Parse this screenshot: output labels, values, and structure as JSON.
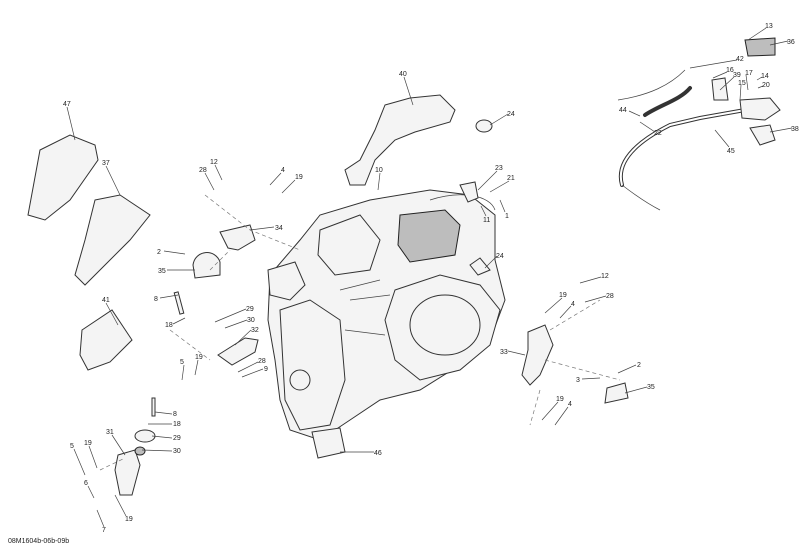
{
  "diagram_id": "08M1604b-06b-09b",
  "callouts": [
    "47",
    "37",
    "41",
    "12",
    "28",
    "4",
    "19",
    "34",
    "2",
    "35",
    "8",
    "18",
    "29",
    "30",
    "32",
    "5",
    "19",
    "28",
    "9",
    "8",
    "18",
    "29",
    "30",
    "31",
    "19",
    "5",
    "6",
    "19",
    "7",
    "46",
    "40",
    "24",
    "10",
    "23",
    "21",
    "11",
    "1",
    "24",
    "13",
    "36",
    "42",
    "16",
    "39",
    "17",
    "14",
    "15",
    "20",
    "44",
    "22",
    "45",
    "38",
    "12",
    "28",
    "19",
    "4",
    "33",
    "2",
    "3",
    "35",
    "19",
    "4"
  ]
}
